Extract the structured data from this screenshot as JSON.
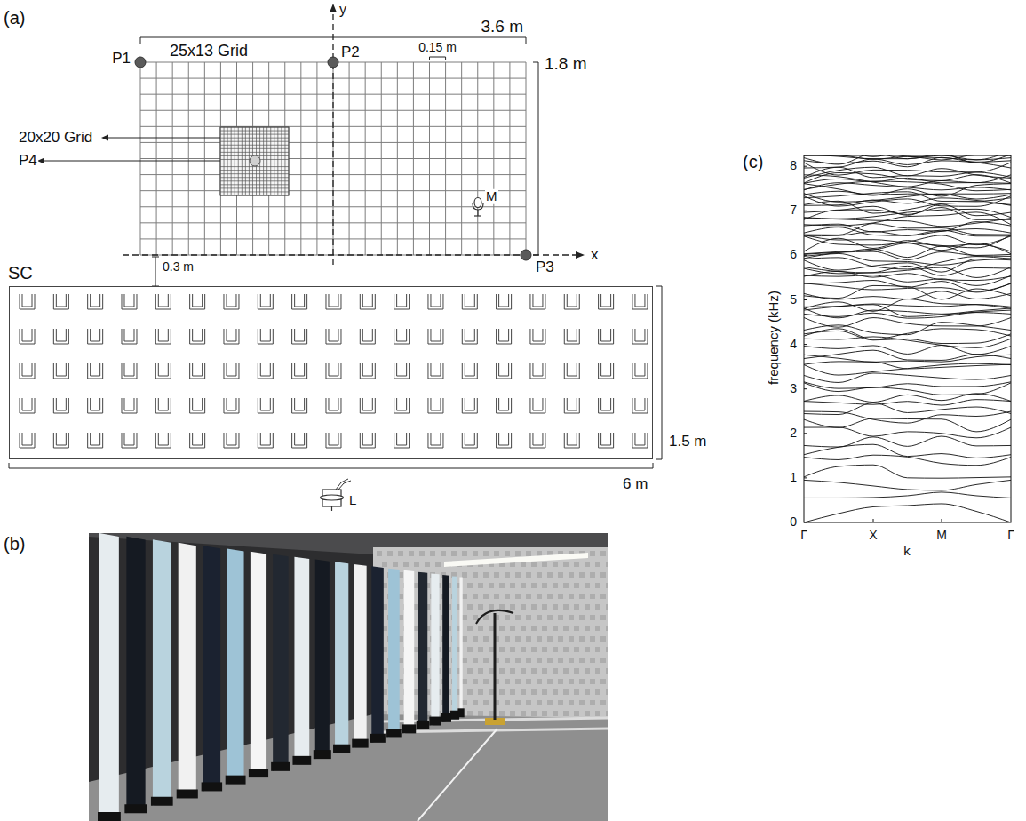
{
  "diagram": {
    "nodes": [
      {
        "text": [
          "SC"
        ]
      }
    ],
    "labels": [
      "(a)",
      "y",
      "3.6 m",
      "25x13 Grid",
      "P1",
      "P2",
      "0.15 m",
      "1.8 m",
      "20x20 Grid",
      "P4",
      "M",
      "x",
      "P3",
      "0.3 m",
      "1.5 m",
      "6 m",
      "L",
      "(b)",
      "(c)",
      "8",
      "7",
      "6",
      "5",
      "4",
      "3",
      "2",
      "1",
      "0",
      "frequency (kHz)",
      "Γ",
      "X",
      "M",
      "Γ",
      "k"
    ]
  }
}
